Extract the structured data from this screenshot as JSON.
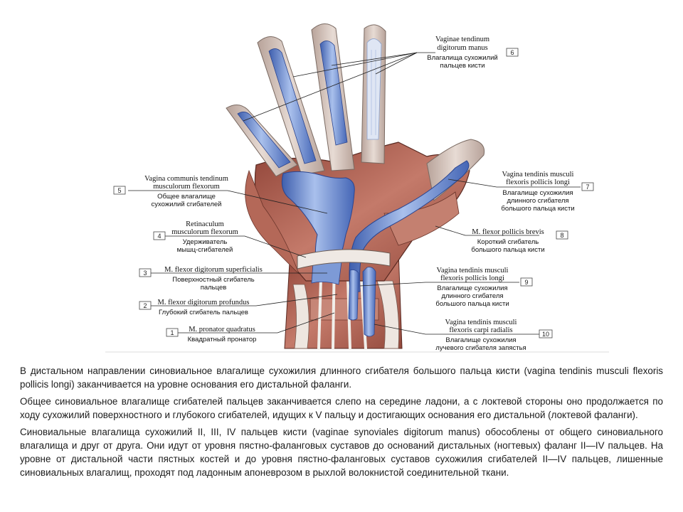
{
  "labels": {
    "l1": {
      "num": "1",
      "latin": [
        "M. pronator quadratus"
      ],
      "ru": [
        "Квадратный пронатор"
      ]
    },
    "l2": {
      "num": "2",
      "latin": [
        "M. flexor digitorum profundus"
      ],
      "ru": [
        "Глубокий сгибатель пальцев"
      ]
    },
    "l3": {
      "num": "3",
      "latin": [
        "M. flexor digitorum superficialis"
      ],
      "ru": [
        "Поверхностный сгибатель",
        "пальцев"
      ]
    },
    "l4": {
      "num": "4",
      "latin": [
        "Retinaculum",
        "musculorum flexorum"
      ],
      "ru": [
        "Удерживатель",
        "мышц-сгибателей"
      ]
    },
    "l5": {
      "num": "5",
      "latin": [
        "Vagina communis tendinum",
        "musculorum flexorum"
      ],
      "ru": [
        "Общее влагалище",
        "сухожилий сгибателей"
      ]
    },
    "l6": {
      "num": "6",
      "latin": [
        "Vaginae tendinum",
        "digitorum manus"
      ],
      "ru": [
        "Влагалища сухожилий",
        "пальцев кисти"
      ]
    },
    "l7": {
      "num": "7",
      "latin": [
        "Vagina tendinis musculi",
        "flexoris pollicis longi"
      ],
      "ru": [
        "Влагалище сухожилия",
        "длинного сгибателя",
        "большого пальца кисти"
      ]
    },
    "l8": {
      "num": "8",
      "latin": [
        "M. flexor pollicis brevis"
      ],
      "ru": [
        "Короткий сгибатель",
        "большого пальца кисти"
      ]
    },
    "l9": {
      "num": "9",
      "latin": [
        "Vagina tendinis musculi",
        "flexoris pollicis longi"
      ],
      "ru": [
        "Влагалище сухожилия",
        "длинного сгибателя",
        "большого пальца кисти"
      ]
    },
    "l10": {
      "num": "10",
      "latin": [
        "Vagina tendinis musculi",
        "flexoris carpi radialis"
      ],
      "ru": [
        "Влагалище сухожилия",
        "лучевого сгибателя запястья"
      ]
    }
  },
  "paragraphs": [
    "В дистальном направлении синовиальное влагалище сухожилия длинного сгибателя большого пальца кисти (vagina tendinis musculi flexoris pollicis longi) заканчивается на уровне основания его дистальной фаланги.",
    "Общее синовиальное влагалище сгибателей пальцев заканчивается слепо на середине ладони, а с локтевой стороны оно продолжается по ходу сухожилий поверхностного и глубокого сгибателей, идущих к V пальцу и достигающих основания его дистальной (локтевой фаланги).",
    "Синовиальные влагалища сухожилий II, III, IV пальцев кисти (vaginae synoviales digitorum manus) обособлены от общего синовиального влагалища и друг от друга. Они идут от уровня пястно-фаланговых суставов до оснований дистальных (ногтевых) фаланг II—IV пальцев. На уровне от дистальной части пястных костей и до уровня пястно-фаланговых суставов сухожилия сгибателей II—IV пальцев, лишенные синовиальных влагалищ, проходят под ладонным апоневрозом в рыхлой волокнистой соединительной ткани."
  ],
  "colors": {
    "sheath": "#6f8fd0",
    "muscle": "#b56a5c",
    "skin": "#d9c6bc",
    "tendon": "#eeeeee"
  }
}
